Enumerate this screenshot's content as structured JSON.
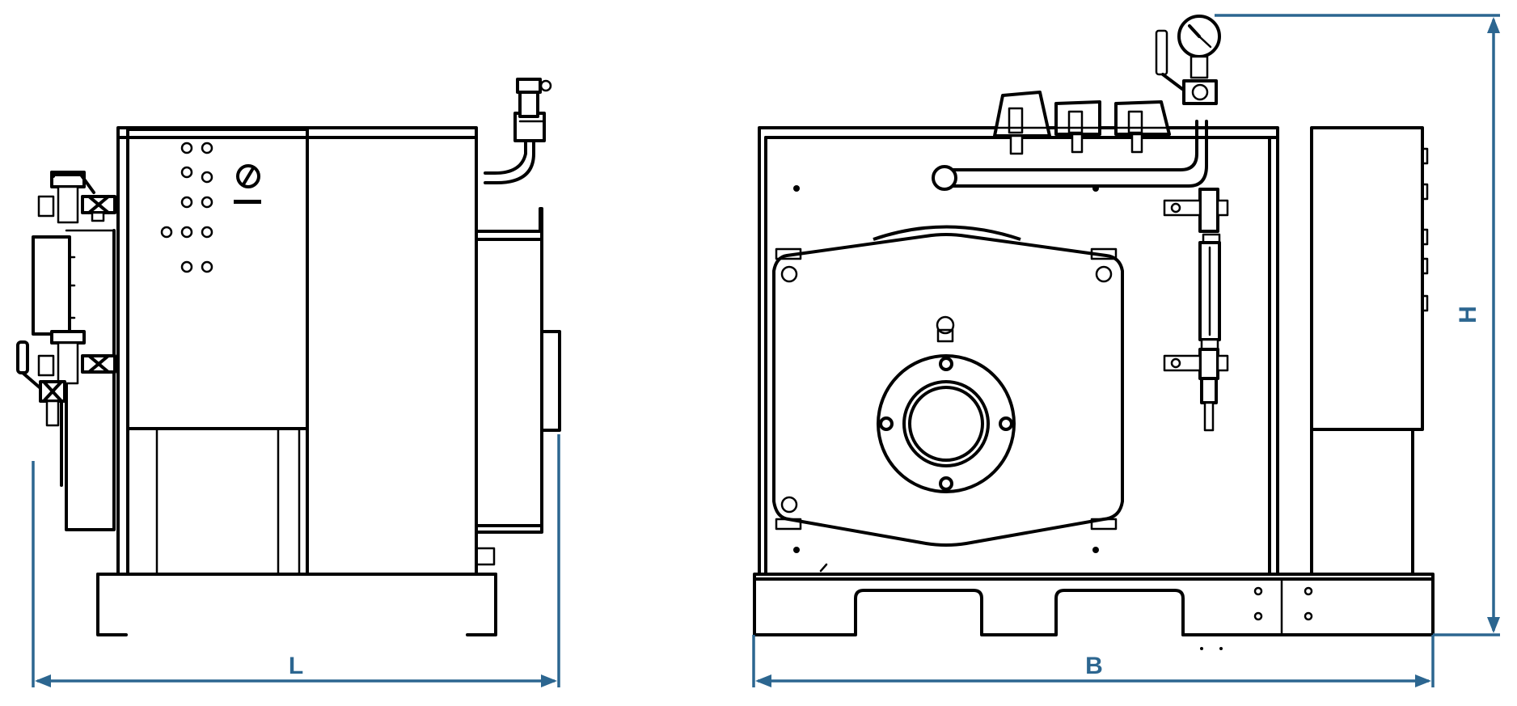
{
  "dimensions": {
    "length": "L",
    "width": "B",
    "height": "H"
  },
  "colors": {
    "dimension": "#2c6690",
    "line": "#000000",
    "background": "#ffffff"
  },
  "views": [
    "side-view",
    "front-view"
  ]
}
